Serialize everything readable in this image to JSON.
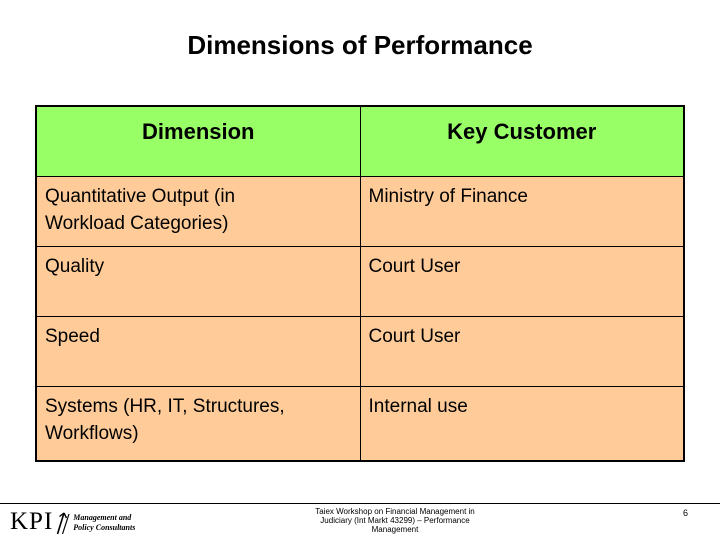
{
  "slide": {
    "title": "Dimensions of Performance"
  },
  "table": {
    "headers": [
      "Dimension",
      "Key Customer"
    ],
    "rows": [
      {
        "dimension": "Quantitative Output (in\nWorkload Categories)",
        "key_customer": "Ministry of Finance"
      },
      {
        "dimension": "Quality",
        "key_customer": "Court User"
      },
      {
        "dimension": "Speed",
        "key_customer": "Court User"
      },
      {
        "dimension": "Systems (HR, IT, Structures,\nWorkflows)",
        "key_customer": "Internal use"
      }
    ],
    "colors": {
      "header_bg": "#99FF66",
      "row_bg": "#FFCC99",
      "border": "#000000"
    }
  },
  "footer": {
    "logo_text": "KPI",
    "logo_subtext_line1": "Management and",
    "logo_subtext_line2": "Policy Consultants",
    "center_line1": "Taiex Workshop on Financial Management in",
    "center_line2": "Judiciary (Int Markt 43299) – Performance",
    "center_line3": "Management",
    "page_number": "6"
  }
}
